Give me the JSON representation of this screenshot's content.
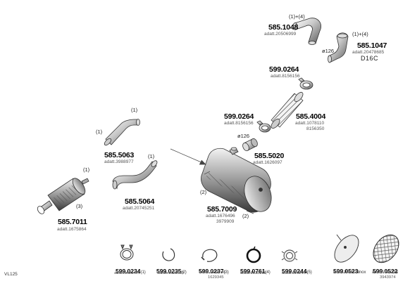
{
  "parts": {
    "p1048": {
      "number": "585.1048",
      "ref": "adatt.20506999",
      "note": "(1)+(4)"
    },
    "p1047": {
      "number": "585.1047",
      "ref": "adatt.20478685",
      "note": "(1)+(4)",
      "extra": "D16C",
      "dia": "ø126"
    },
    "p0264a": {
      "number": "599.0264",
      "ref": "adatt.8156156"
    },
    "p0264b": {
      "number": "599.0264",
      "ref": "adatt.8156156",
      "dia": "ø126"
    },
    "p4004": {
      "number": "585.4004",
      "ref": "adatt.1078110",
      "ref2": "8156350"
    },
    "p5063": {
      "number": "585.5063",
      "ref": "adatt.3988977",
      "note1": "(1)",
      "note2": "(1)"
    },
    "p5020": {
      "number": "585.5020",
      "ref": "adatt.1626097"
    },
    "p5064": {
      "number": "585.5064",
      "ref": "adatt.20745251",
      "note1": "(1)"
    },
    "p7011": {
      "number": "585.7011",
      "ref": "adatt.1675864",
      "note1": "(1)",
      "note3": "(3)"
    },
    "p7009": {
      "number": "585.7009",
      "ref": "adatt.1676496",
      "ref2": "3979909",
      "note2a": "(2)",
      "note2b": "(2)"
    }
  },
  "small_parts": [
    {
      "number": "599.0234",
      "note": "(1)",
      "ref": "adatt.1629499",
      "ref2": ""
    },
    {
      "number": "599.0235",
      "note": "(2)",
      "ref": "adatt.1623933",
      "ref2": ""
    },
    {
      "number": "599.0237",
      "note": "(3)",
      "ref": "adatt.1628246",
      "ref2": "1629345"
    },
    {
      "number": "599.0761",
      "note": "(4)",
      "ref": "adatt.1638168",
      "ref2": ""
    },
    {
      "number": "599.0244",
      "note": "(5)",
      "ref": "adatt.1075184",
      "ref2": ""
    },
    {
      "number": "599.0523",
      "note": "inox",
      "ref": "adatt.1588971",
      "ref2": ""
    },
    {
      "number": "599.0522",
      "note": "",
      "ref": "adatt.1625164",
      "ref2": "3943974"
    }
  ],
  "footer": {
    "code": "VL125"
  }
}
